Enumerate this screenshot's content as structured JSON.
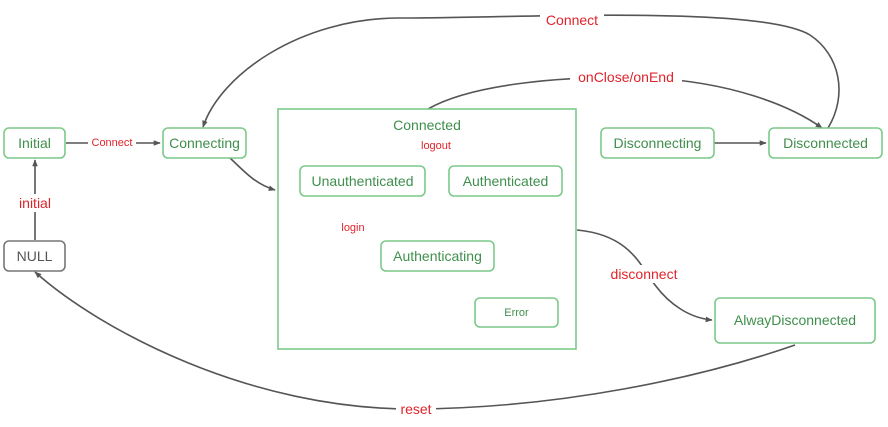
{
  "nodes": {
    "initial": "Initial",
    "connecting": "Connecting",
    "null": "NULL",
    "connected_group": "Connected",
    "unauthenticated": "Unauthenticated",
    "authenticated": "Authenticated",
    "authenticating": "Authenticating",
    "error": "Error",
    "disconnecting": "Disconnecting",
    "disconnected": "Disconnected",
    "alway_disconnected": "AlwayDisconnected"
  },
  "edges": {
    "connect_top": "Connect",
    "connect_small": "Connect",
    "on_close_on_end": "onClose/onEnd",
    "logout": "logout",
    "login": "login",
    "initial": "initial",
    "disconnect": "disconnect",
    "reset": "reset"
  },
  "colors": {
    "node_border": "#7cc98a",
    "node_text": "#3f8f4c",
    "null_border": "#777777",
    "edge_stroke": "#555555",
    "edge_label": "#e0242c"
  }
}
